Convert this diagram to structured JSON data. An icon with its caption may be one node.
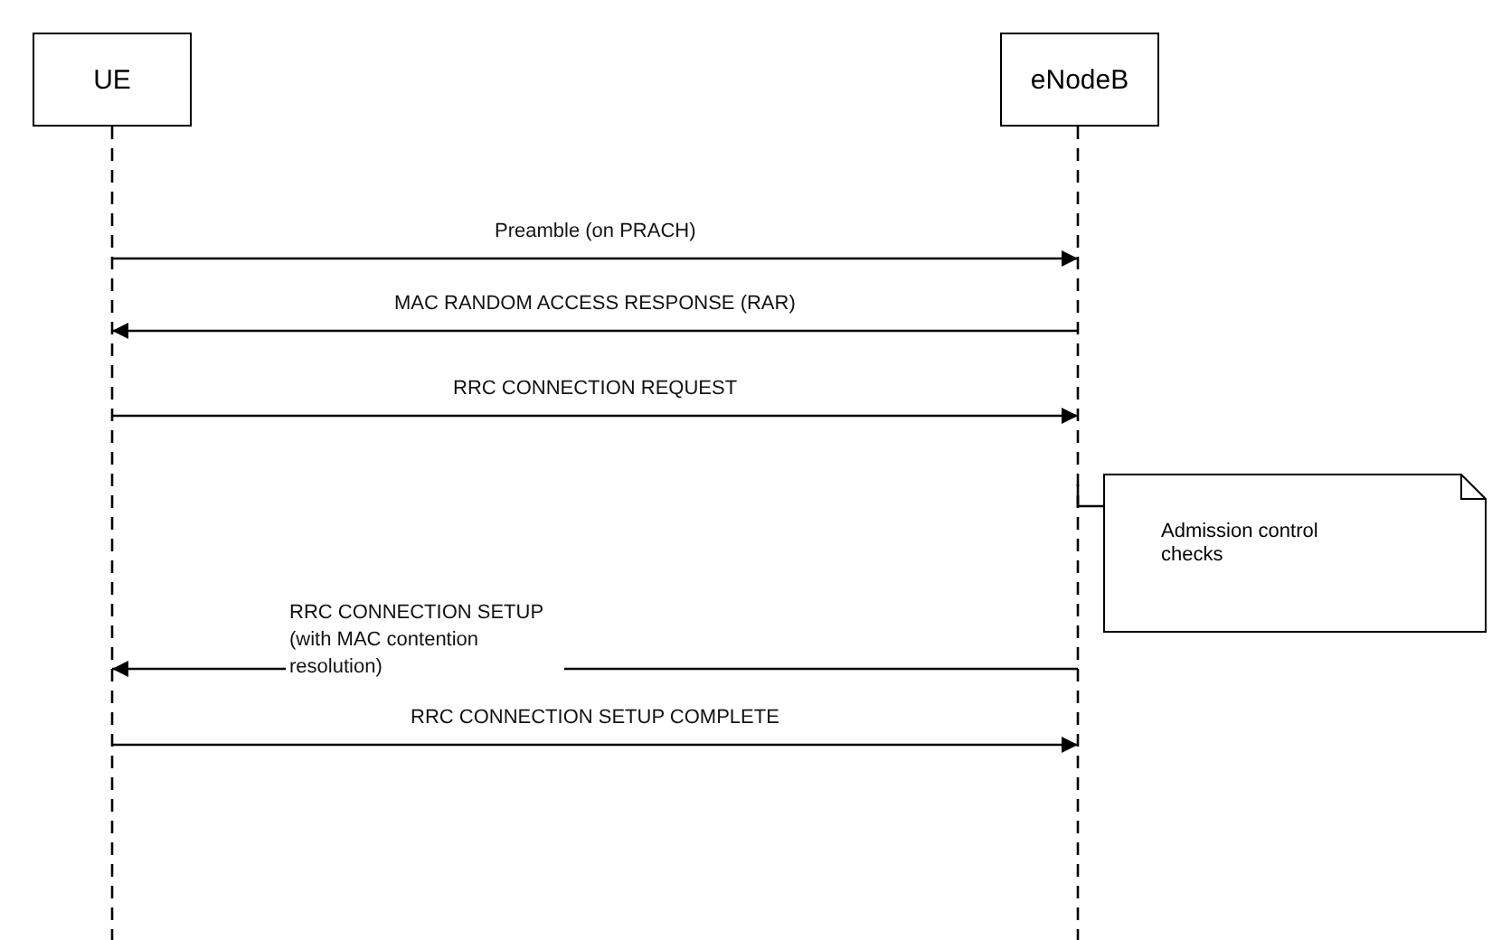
{
  "diagram": {
    "nodes": [
      {
        "text": [
          "UE"
        ]
      },
      {
        "text": [
          "eNodeB"
        ]
      },
      {
        "text": [
          "Admission control checks"
        ]
      }
    ],
    "edges": [
      {
        "from": 0,
        "to": 1,
        "arrow": "to",
        "label": "Preamble (on PRACH)"
      },
      {
        "from": 1,
        "to": 0,
        "arrow": "to",
        "label": "MAC RANDOM ACCESS RESPONSE (RAR)"
      },
      {
        "from": 0,
        "to": 1,
        "arrow": "to",
        "label": "RRC CONNECTION REQUEST"
      },
      {
        "from": 1,
        "to": 2,
        "arrow": "none"
      },
      {
        "from": 1,
        "to": 0,
        "arrow": "to",
        "label": "RRC CONNECTION SETUP (with MAC contention resolution)"
      },
      {
        "from": 0,
        "to": 1,
        "arrow": "to",
        "label": "RRC CONNECTION SETUP COMPLETE"
      }
    ]
  }
}
